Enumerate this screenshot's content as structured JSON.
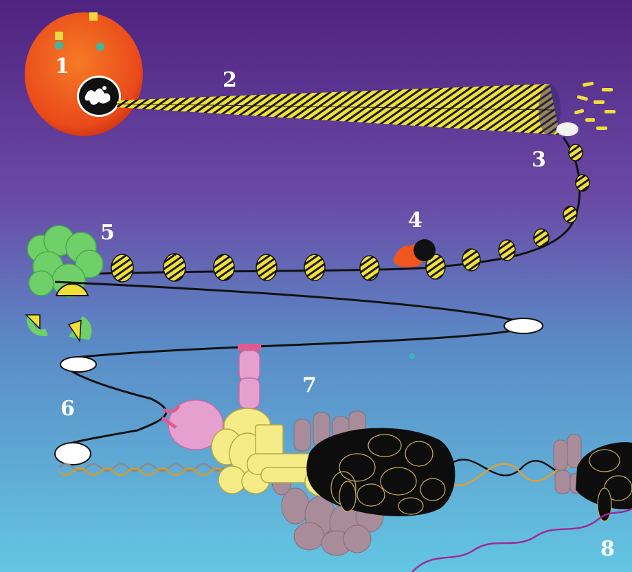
{
  "figure": {
    "labels": [
      "1",
      "2",
      "3",
      "4",
      "5",
      "6",
      "7",
      "8"
    ]
  },
  "colors": {
    "background_top": "#5a2a8e",
    "background_bottom": "#63c6e0",
    "cell_orange": "#f0561e",
    "nucleus": "#111111",
    "strand_yellow": "#f0df3a",
    "chromatin_green": "#6fd06a",
    "pink": "#e6a0cf",
    "pale_yellow": "#f5ec88",
    "mauve": "#a88c99",
    "dna_gold": "#e0a030",
    "rna_purple": "#a02898"
  }
}
